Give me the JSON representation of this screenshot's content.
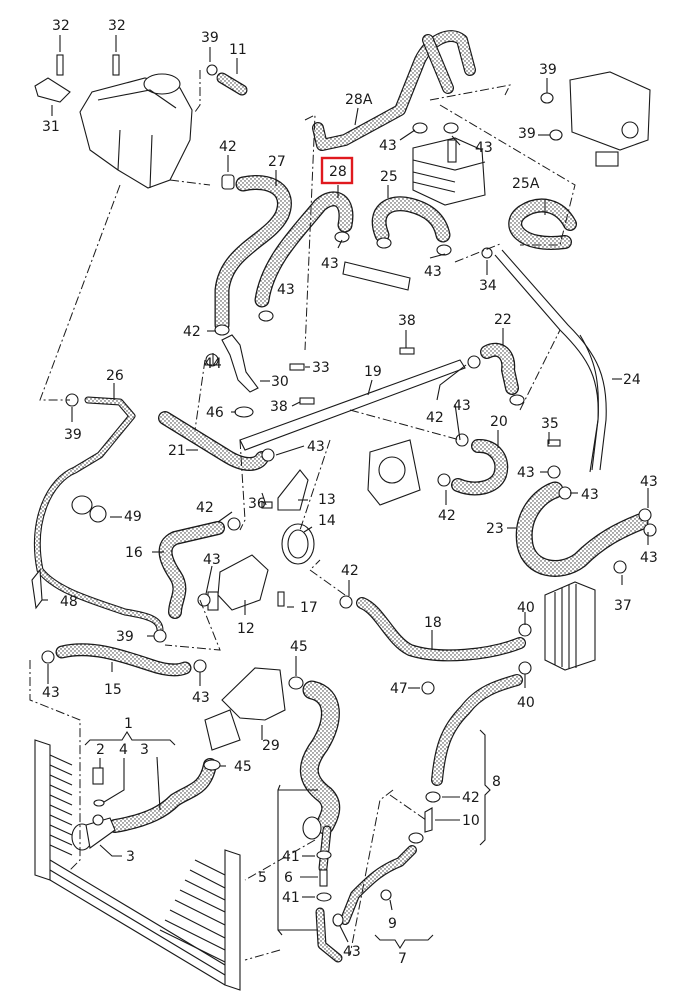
{
  "diagram": {
    "title": "Cooling system hose layout (exploded parts diagram)",
    "highlight_color": "#e0191e",
    "highlighted_part": "28",
    "labels": [
      {
        "id": "l32a",
        "text": "32"
      },
      {
        "id": "l32b",
        "text": "32"
      },
      {
        "id": "l31",
        "text": "31"
      },
      {
        "id": "l39a",
        "text": "39"
      },
      {
        "id": "l11",
        "text": "11"
      },
      {
        "id": "l42a",
        "text": "42"
      },
      {
        "id": "l27",
        "text": "27"
      },
      {
        "id": "l28A",
        "text": "28A"
      },
      {
        "id": "l28",
        "text": "28"
      },
      {
        "id": "l43a",
        "text": "43"
      },
      {
        "id": "l43b",
        "text": "43"
      },
      {
        "id": "l39b",
        "text": "39"
      },
      {
        "id": "l39c",
        "text": "39"
      },
      {
        "id": "l25",
        "text": "25"
      },
      {
        "id": "l25A",
        "text": "25A"
      },
      {
        "id": "l43c",
        "text": "43"
      },
      {
        "id": "l43d",
        "text": "43"
      },
      {
        "id": "l43e",
        "text": "43"
      },
      {
        "id": "l34",
        "text": "34"
      },
      {
        "id": "l42b",
        "text": "42"
      },
      {
        "id": "l33",
        "text": "33"
      },
      {
        "id": "l44",
        "text": "44"
      },
      {
        "id": "l30",
        "text": "30"
      },
      {
        "id": "l46",
        "text": "46"
      },
      {
        "id": "l38a",
        "text": "38"
      },
      {
        "id": "l22",
        "text": "22"
      },
      {
        "id": "l19",
        "text": "19"
      },
      {
        "id": "l24",
        "text": "24"
      },
      {
        "id": "l26",
        "text": "26"
      },
      {
        "id": "l39d",
        "text": "39"
      },
      {
        "id": "l38b",
        "text": "38"
      },
      {
        "id": "l43f",
        "text": "43"
      },
      {
        "id": "l42c",
        "text": "42"
      },
      {
        "id": "l20",
        "text": "20"
      },
      {
        "id": "l35",
        "text": "35"
      },
      {
        "id": "l21",
        "text": "21"
      },
      {
        "id": "l43g",
        "text": "43"
      },
      {
        "id": "l43h",
        "text": "43"
      },
      {
        "id": "l43i",
        "text": "43"
      },
      {
        "id": "l43j",
        "text": "43"
      },
      {
        "id": "l42d",
        "text": "42"
      },
      {
        "id": "l36",
        "text": "36"
      },
      {
        "id": "l13",
        "text": "13"
      },
      {
        "id": "l49",
        "text": "49"
      },
      {
        "id": "l14",
        "text": "14"
      },
      {
        "id": "l23",
        "text": "23"
      },
      {
        "id": "l42e",
        "text": "42"
      },
      {
        "id": "l43k",
        "text": "43"
      },
      {
        "id": "l16",
        "text": "16"
      },
      {
        "id": "l43l",
        "text": "43"
      },
      {
        "id": "l37",
        "text": "37"
      },
      {
        "id": "l48",
        "text": "48"
      },
      {
        "id": "l42f",
        "text": "42"
      },
      {
        "id": "l17",
        "text": "17"
      },
      {
        "id": "l12",
        "text": "12"
      },
      {
        "id": "l18",
        "text": "18"
      },
      {
        "id": "l40a",
        "text": "40"
      },
      {
        "id": "l39e",
        "text": "39"
      },
      {
        "id": "l45a",
        "text": "45"
      },
      {
        "id": "l43m",
        "text": "43"
      },
      {
        "id": "l15",
        "text": "15"
      },
      {
        "id": "l43n",
        "text": "43"
      },
      {
        "id": "l47",
        "text": "47"
      },
      {
        "id": "l40b",
        "text": "40"
      },
      {
        "id": "l1",
        "text": "1"
      },
      {
        "id": "l29",
        "text": "29"
      },
      {
        "id": "l2",
        "text": "2"
      },
      {
        "id": "l4",
        "text": "4"
      },
      {
        "id": "l3a",
        "text": "3"
      },
      {
        "id": "l45b",
        "text": "45"
      },
      {
        "id": "l8",
        "text": "8"
      },
      {
        "id": "l42g",
        "text": "42"
      },
      {
        "id": "l10",
        "text": "10"
      },
      {
        "id": "l3b",
        "text": "3"
      },
      {
        "id": "l41a",
        "text": "41"
      },
      {
        "id": "l5",
        "text": "5"
      },
      {
        "id": "l6",
        "text": "6"
      },
      {
        "id": "l41b",
        "text": "41"
      },
      {
        "id": "l9",
        "text": "9"
      },
      {
        "id": "l43o",
        "text": "43"
      },
      {
        "id": "l7",
        "text": "7"
      }
    ]
  }
}
